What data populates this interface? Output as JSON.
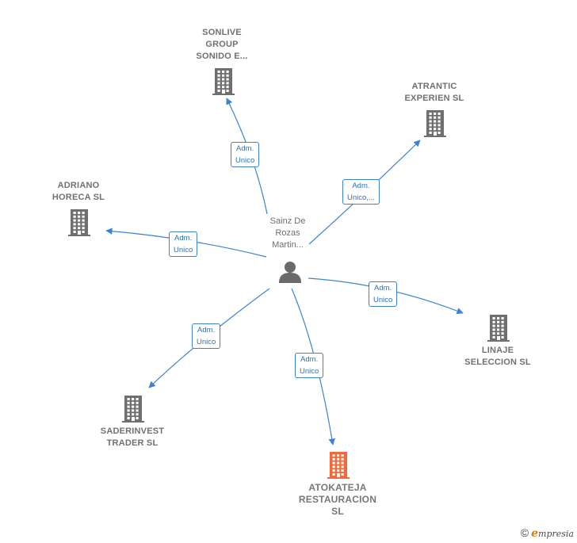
{
  "center": {
    "label_lines": [
      "Sainz De",
      "Rozas",
      "Martin..."
    ]
  },
  "nodes": [
    {
      "id": "sonlive",
      "label_lines": [
        "SONLIVE",
        "GROUP",
        "SONIDO E..."
      ]
    },
    {
      "id": "atrantic",
      "label_lines": [
        "ATRANTIC",
        "EXPERIEN  SL"
      ]
    },
    {
      "id": "adriano",
      "label_lines": [
        "ADRIANO",
        "HORECA  SL"
      ]
    },
    {
      "id": "linaje",
      "label_lines": [
        "LINAJE",
        "SELECCION  SL"
      ]
    },
    {
      "id": "saderinvest",
      "label_lines": [
        "SADERINVEST",
        "TRADER SL"
      ]
    },
    {
      "id": "atokateja",
      "label_lines": [
        "ATOKATEJA",
        "RESTAURACION",
        "SL"
      ],
      "highlight": true
    }
  ],
  "edges": [
    {
      "to": "sonlive",
      "label_lines": [
        "Adm.",
        "Unico"
      ]
    },
    {
      "to": "atrantic",
      "label_lines": [
        "Adm.",
        "Unico,..."
      ]
    },
    {
      "to": "adriano",
      "label_lines": [
        "Adm.",
        "Unico"
      ]
    },
    {
      "to": "linaje",
      "label_lines": [
        "Adm.",
        "Unico"
      ]
    },
    {
      "to": "saderinvest",
      "label_lines": [
        "Adm.",
        "Unico"
      ]
    },
    {
      "to": "atokateja",
      "label_lines": [
        "Adm.",
        "Unico"
      ]
    }
  ],
  "colors": {
    "edge": "#3b83d0",
    "building": "#6f6f6f",
    "building_highlight": "#f26a3b",
    "person": "#6a6a6a"
  },
  "footer": {
    "copyright": "©",
    "brand_initial": "e",
    "brand_rest": "mpresia"
  }
}
